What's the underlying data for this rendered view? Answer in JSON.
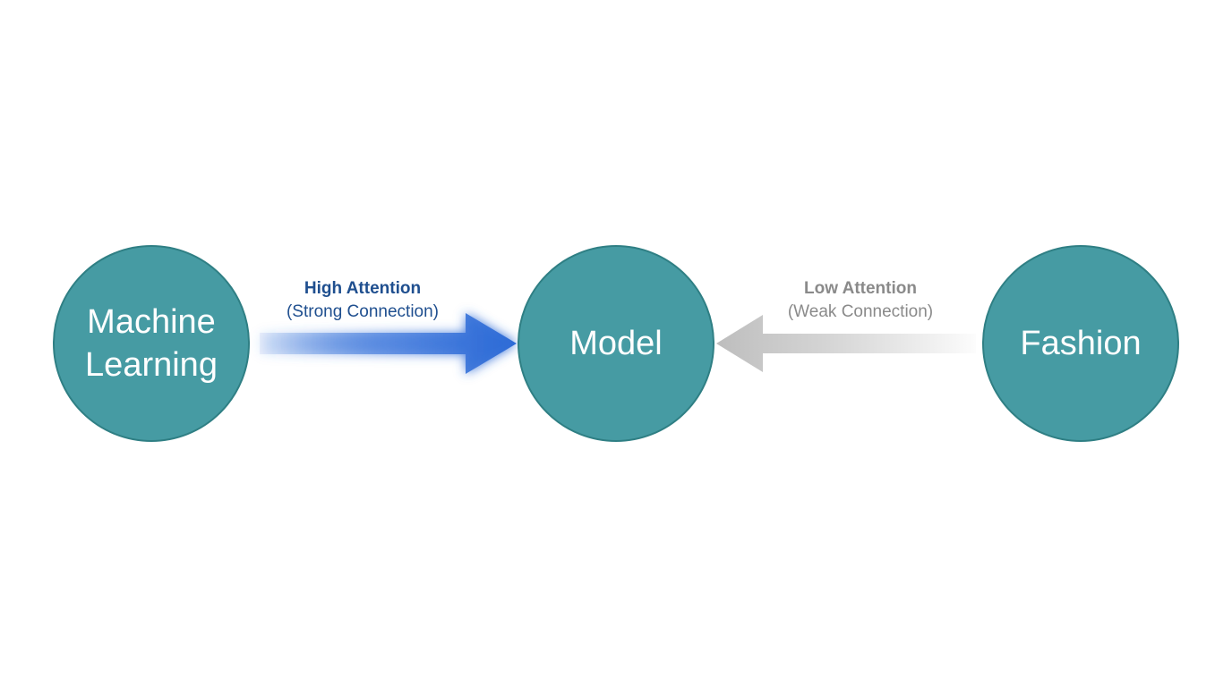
{
  "nodes": {
    "left": "Machine Learning",
    "center": "Model",
    "right": "Fashion"
  },
  "edges": [
    {
      "title": "High Attention",
      "subtitle": "(Strong Connection)",
      "color": "#2f6fd8",
      "text_color": "#1f4f8f"
    },
    {
      "title": "Low Attention",
      "subtitle": "(Weak Connection)",
      "color": "#c4c4c4",
      "text_color": "#8a8a8a"
    }
  ]
}
